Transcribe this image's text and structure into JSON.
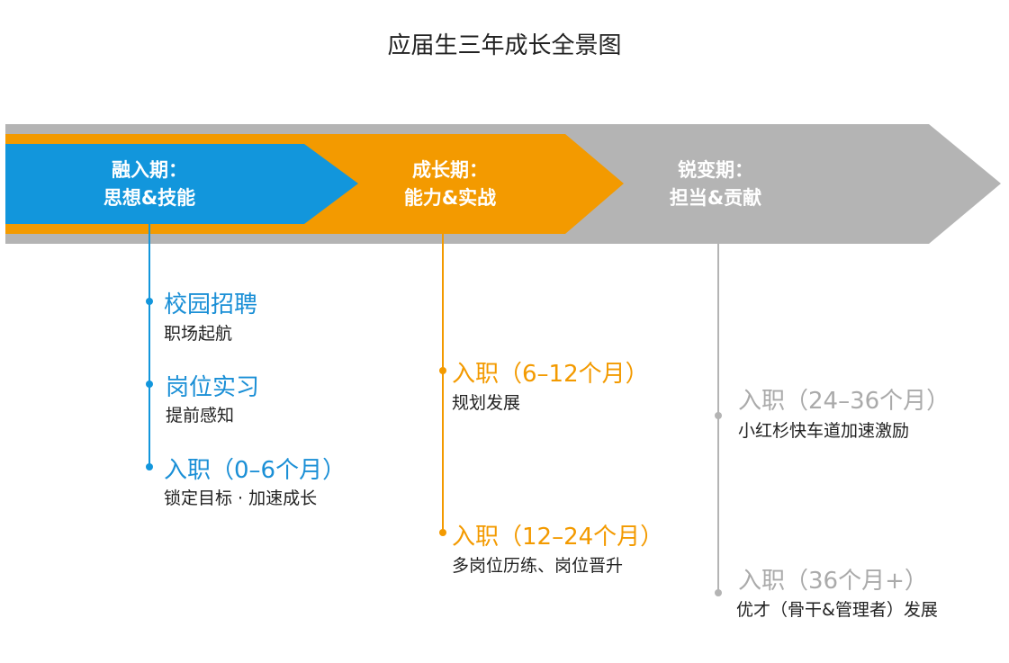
{
  "title": "应届生三年成长全景图",
  "colors": {
    "blue": "#1296dc",
    "orange": "#f39a00",
    "gray": "#b4b4b4"
  },
  "phases": [
    {
      "line1": "融入期：",
      "line2": "思想&技能"
    },
    {
      "line1": "成长期：",
      "line2": "能力&实战"
    },
    {
      "line1": "锐变期：",
      "line2": "担当&贡献"
    }
  ],
  "milestones": [
    {
      "title": "校园招聘",
      "sub": "职场起航"
    },
    {
      "title": "岗位实习",
      "sub": "提前感知"
    },
    {
      "title": "入职（0–6个月）",
      "sub": "锁定目标 · 加速成长"
    },
    {
      "title": "入职（6–12个月）",
      "sub": "规划发展"
    },
    {
      "title": "入职（12–24个月）",
      "sub": "多岗位历练、岗位晋升"
    },
    {
      "title": "入职（24–36个月）",
      "sub": "小红杉快车道加速激励"
    },
    {
      "title": "入职（36个月+）",
      "sub": "优才（骨干&管理者）发展"
    }
  ]
}
